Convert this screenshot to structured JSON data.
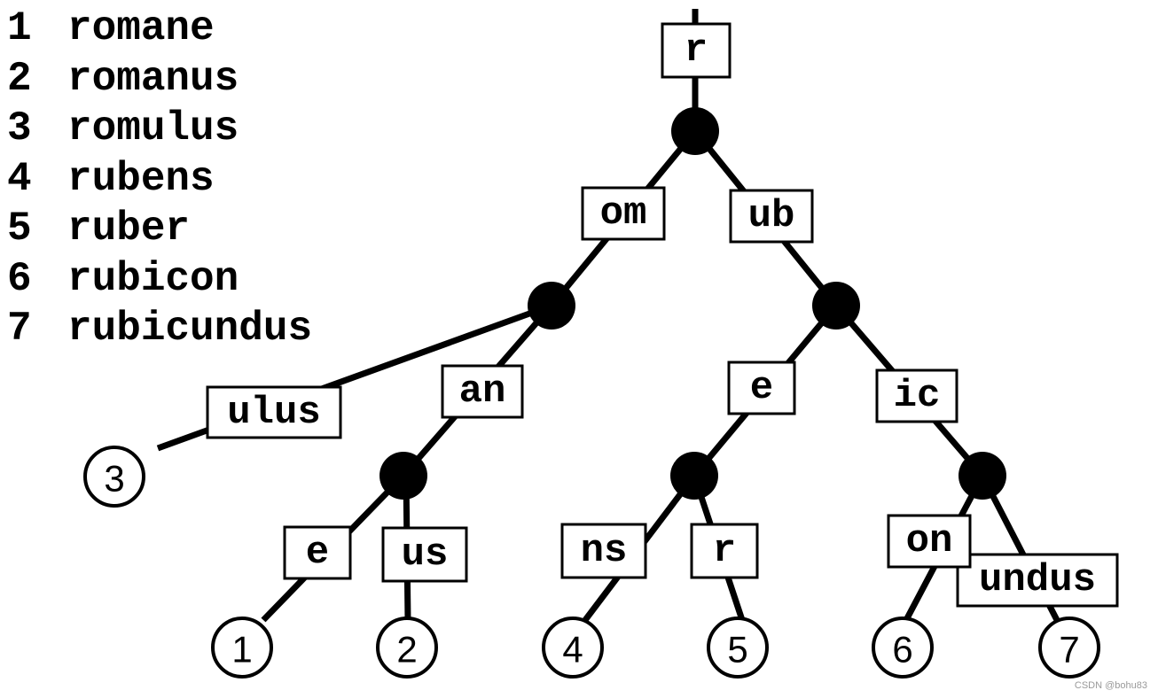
{
  "word_list": [
    {
      "number": "1",
      "word": "romane"
    },
    {
      "number": "2",
      "word": "romanus"
    },
    {
      "number": "3",
      "word": "romulus"
    },
    {
      "number": "4",
      "word": "rubens"
    },
    {
      "number": "5",
      "word": "ruber"
    },
    {
      "number": "6",
      "word": "rubicon"
    },
    {
      "number": "7",
      "word": "rubicundus"
    }
  ],
  "tree": {
    "edge_labels": {
      "root": "r",
      "om": "om",
      "ub": "ub",
      "ulus": "ulus",
      "an": "an",
      "e_an": "e",
      "us": "us",
      "e_ub": "e",
      "ic": "ic",
      "ns": "ns",
      "r_e": "r",
      "on": "on",
      "undus": "undus"
    },
    "leaves": {
      "leaf1": "1",
      "leaf2": "2",
      "leaf3": "3",
      "leaf4": "4",
      "leaf5": "5",
      "leaf6": "6",
      "leaf7": "7"
    }
  },
  "watermark": "CSDN @bohu83"
}
